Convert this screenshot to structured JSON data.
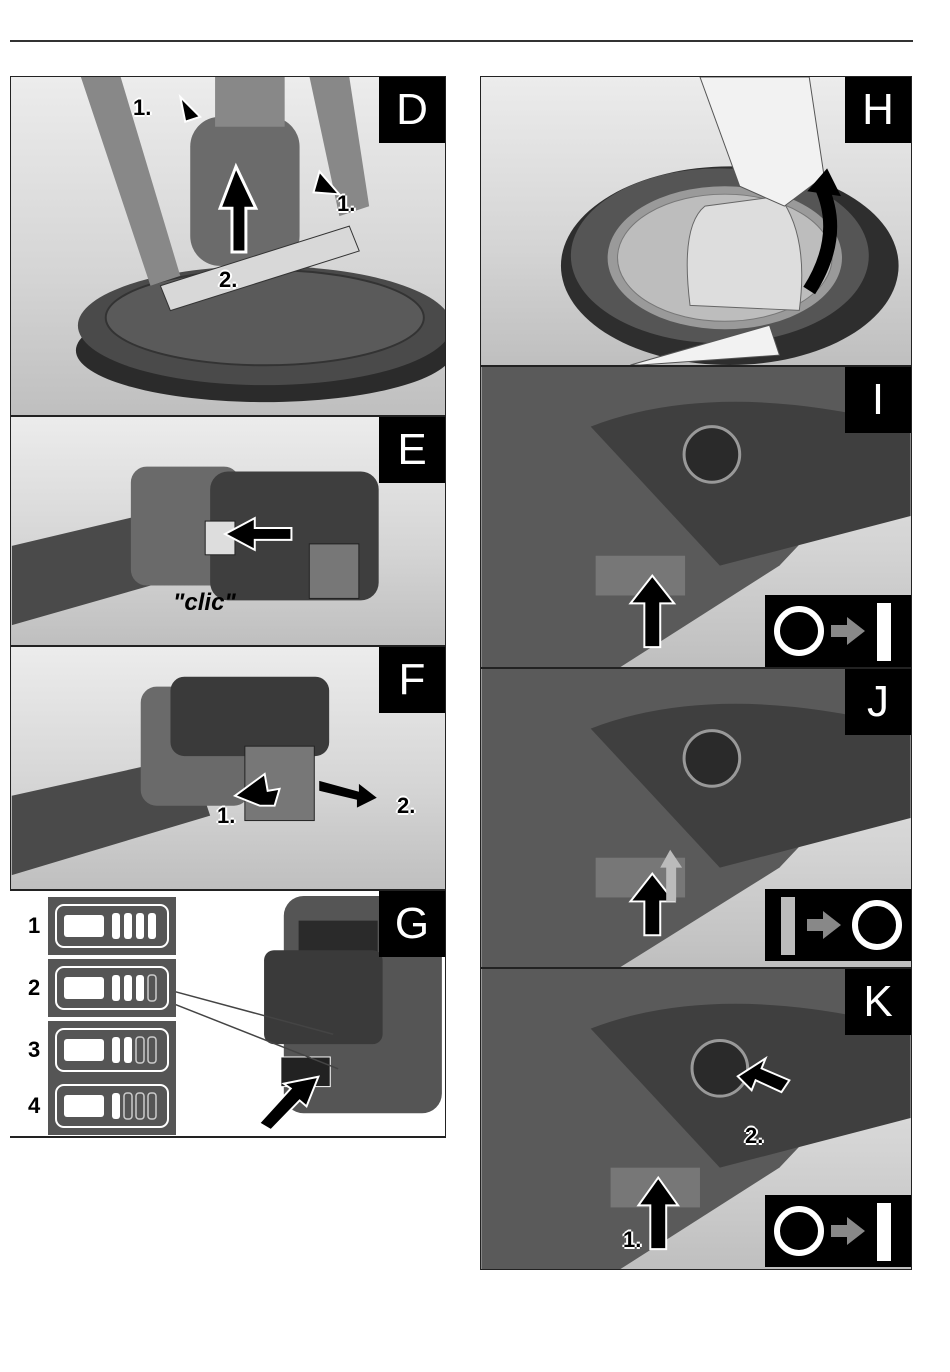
{
  "panels": {
    "D": {
      "letter": "D",
      "steps": [
        "1.",
        "1.",
        "2."
      ]
    },
    "E": {
      "letter": "E",
      "sound": "\"clic\""
    },
    "F": {
      "letter": "F",
      "steps": [
        "1.",
        "2."
      ]
    },
    "G": {
      "letter": "G",
      "levels": [
        "1",
        "2",
        "3",
        "4"
      ],
      "level_bars_lit": [
        4,
        3,
        2,
        1
      ]
    },
    "H": {
      "letter": "H"
    },
    "I": {
      "letter": "I",
      "switch": "off-to-on"
    },
    "J": {
      "letter": "J",
      "switch": "on-to-off"
    },
    "K": {
      "letter": "K",
      "steps": [
        "1.",
        "2."
      ],
      "switch": "off-to-on"
    }
  }
}
